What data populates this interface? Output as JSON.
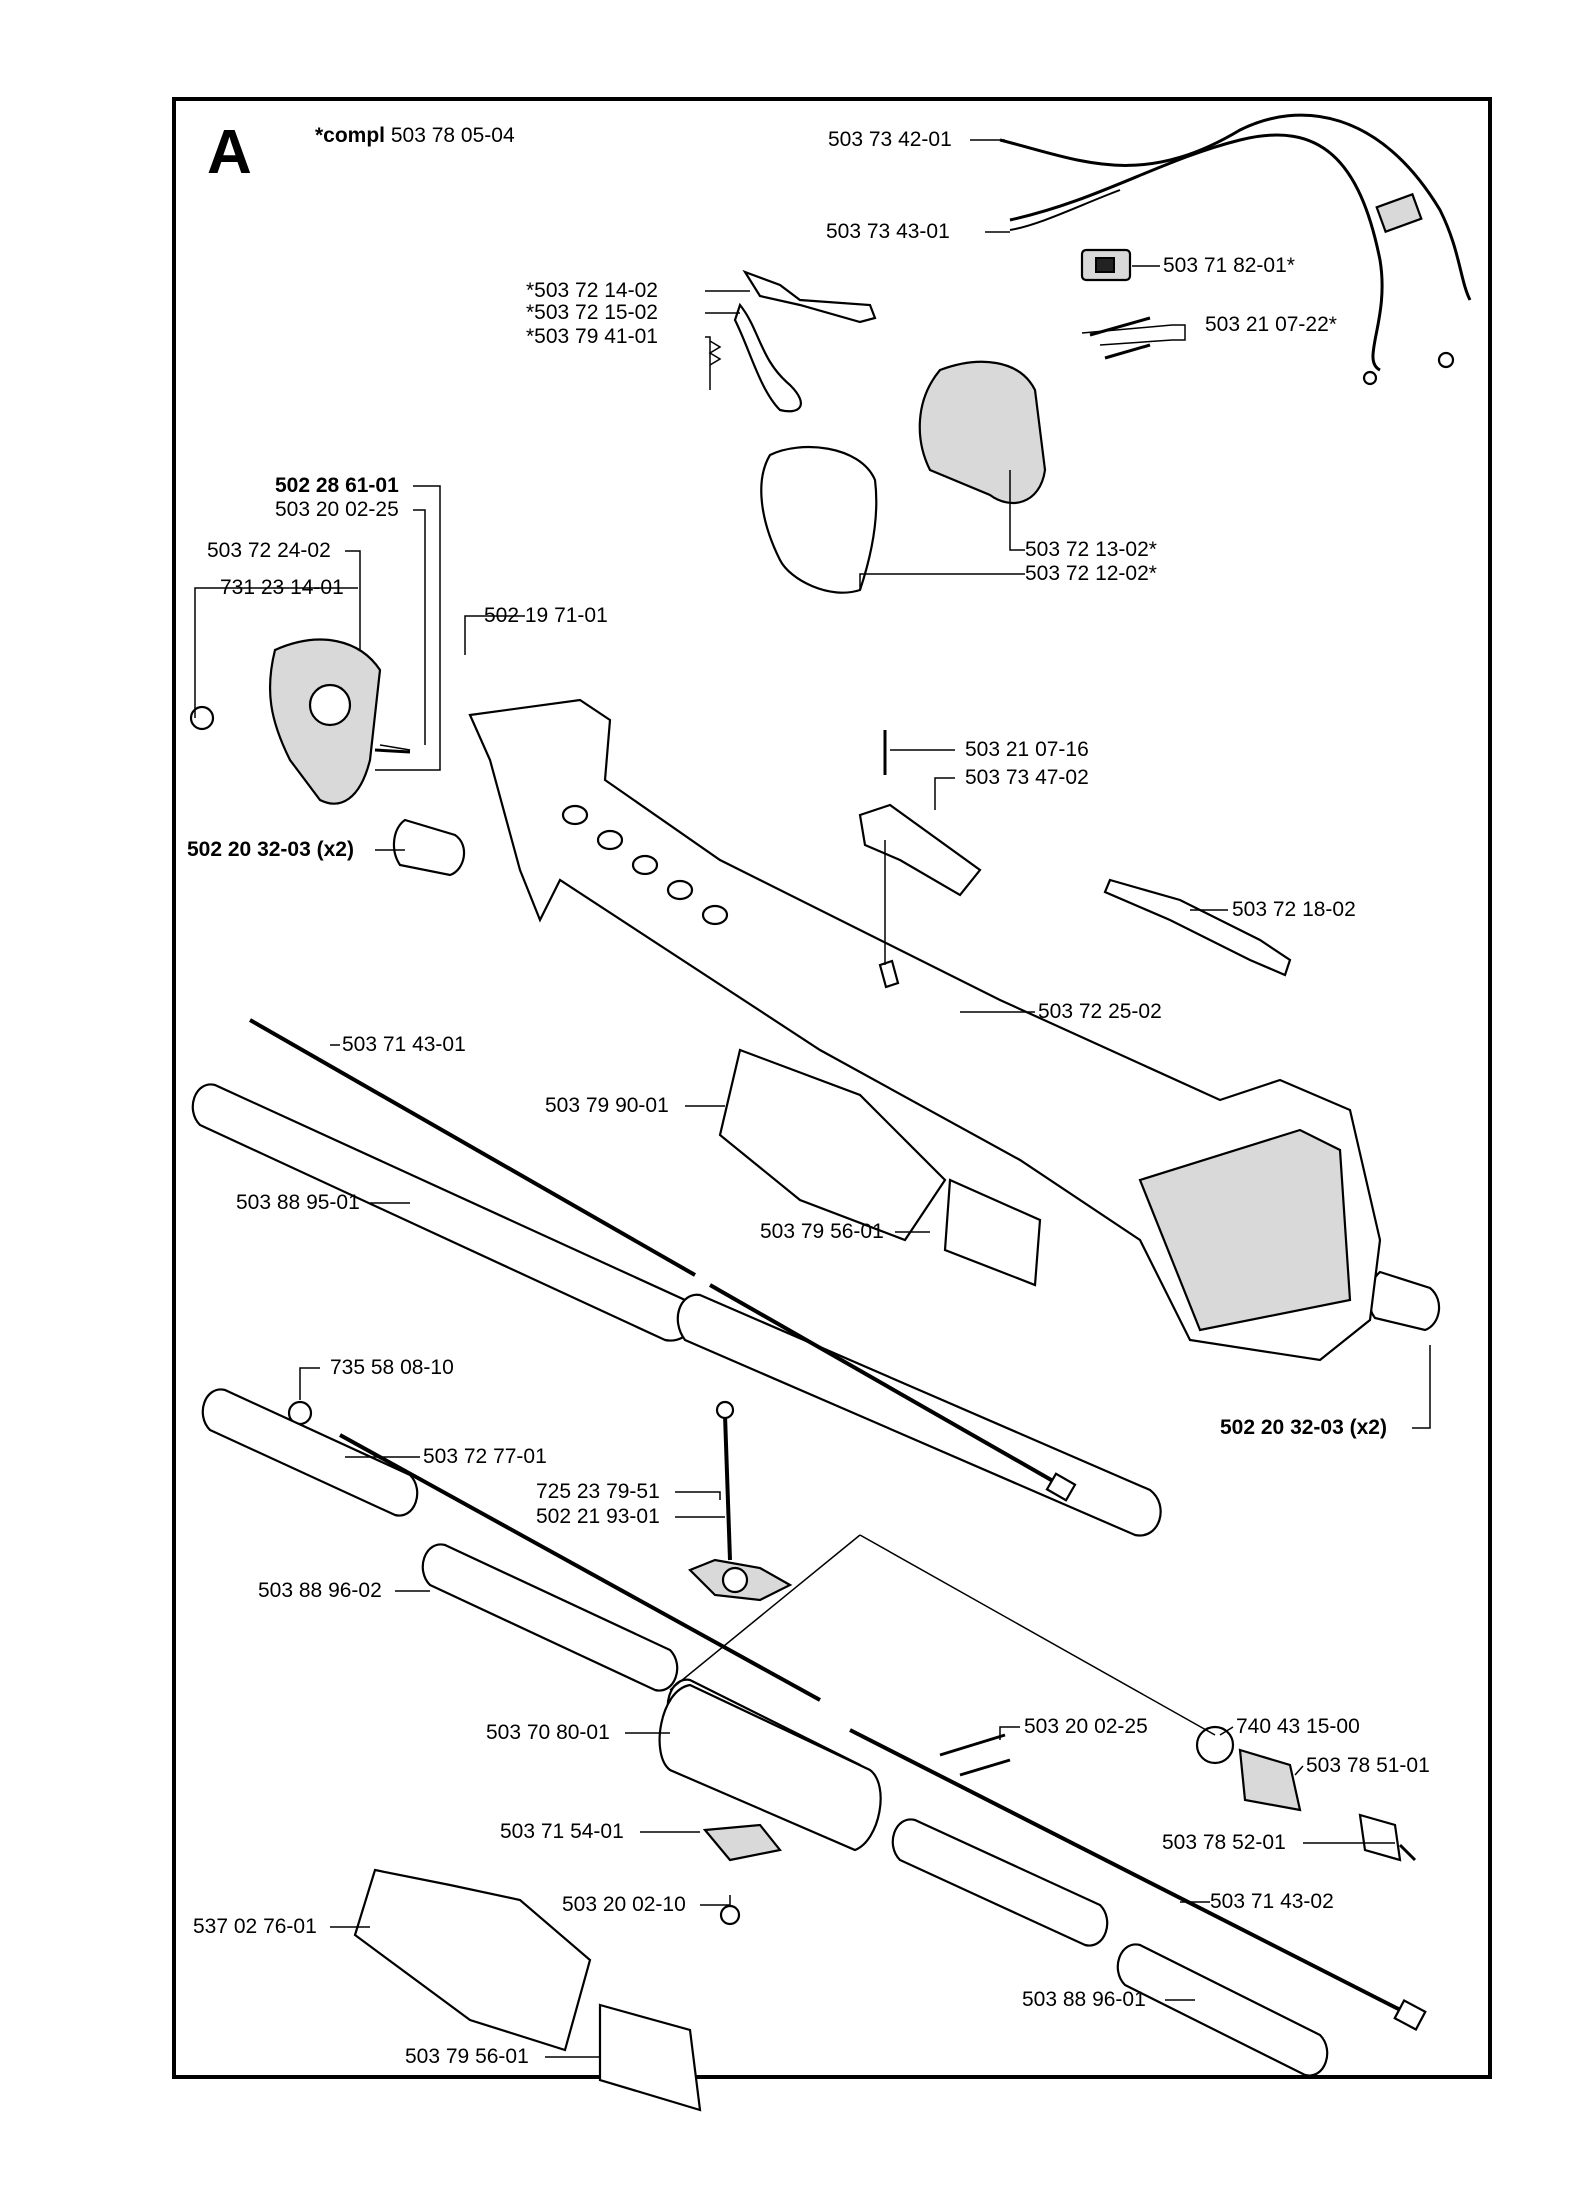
{
  "section_letter": "A",
  "assembly": {
    "prefix": "*compl",
    "number": "503 78 05-04"
  },
  "parts": [
    {
      "id": "p1",
      "text": "503 73 42-01",
      "bold": false
    },
    {
      "id": "p2",
      "text": "503 73 43-01",
      "bold": false
    },
    {
      "id": "p3",
      "text": "503 71 82-01*",
      "bold": false
    },
    {
      "id": "p4",
      "text": "*503 72 14-02",
      "bold": false
    },
    {
      "id": "p5",
      "text": "*503 72 15-02",
      "bold": false
    },
    {
      "id": "p6",
      "text": "*503 79 41-01",
      "bold": false
    },
    {
      "id": "p7",
      "text": "503 21 07-22*",
      "bold": false
    },
    {
      "id": "p8",
      "text": "502 28 61-01",
      "bold": true
    },
    {
      "id": "p9",
      "text": "503 20 02-25",
      "bold": false
    },
    {
      "id": "p10",
      "text": "503 72 24-02",
      "bold": false
    },
    {
      "id": "p11",
      "text": "731 23 14-01",
      "bold": false
    },
    {
      "id": "p12",
      "text": "503 72 13-02*",
      "bold": false
    },
    {
      "id": "p13",
      "text": "503 72 12-02*",
      "bold": false
    },
    {
      "id": "p14",
      "text": "502 19 71-01",
      "bold": false
    },
    {
      "id": "p15",
      "text": "503 21 07-16",
      "bold": false
    },
    {
      "id": "p16",
      "text": "503 73 47-02",
      "bold": false
    },
    {
      "id": "p17",
      "text": "502 20 32-03 (x2)",
      "bold": true
    },
    {
      "id": "p18",
      "text": "503 72 18-02",
      "bold": false
    },
    {
      "id": "p19",
      "text": "503 72 25-02",
      "bold": false
    },
    {
      "id": "p20",
      "text": "503 71 43-01",
      "bold": false
    },
    {
      "id": "p21",
      "text": "503 79 90-01",
      "bold": false
    },
    {
      "id": "p22",
      "text": "503 88 95-01",
      "bold": false
    },
    {
      "id": "p23",
      "text": "503 79 56-01",
      "bold": false
    },
    {
      "id": "p24",
      "text": "502 20 32-03 (x2)",
      "bold": true
    },
    {
      "id": "p25",
      "text": "735 58 08-10",
      "bold": false
    },
    {
      "id": "p26",
      "text": "503 72 77-01",
      "bold": false
    },
    {
      "id": "p27",
      "text": "725 23 79-51",
      "bold": false
    },
    {
      "id": "p28",
      "text": "502 21 93-01",
      "bold": false
    },
    {
      "id": "p29",
      "text": "503 88 96-02",
      "bold": false
    },
    {
      "id": "p30",
      "text": "503 70 80-01",
      "bold": false
    },
    {
      "id": "p31",
      "text": "503 20 02-25",
      "bold": false
    },
    {
      "id": "p32",
      "text": "740 43 15-00",
      "bold": false
    },
    {
      "id": "p33",
      "text": "503 78 51-01",
      "bold": false
    },
    {
      "id": "p34",
      "text": "503 71 54-01",
      "bold": false
    },
    {
      "id": "p35",
      "text": "503 78 52-01",
      "bold": false
    },
    {
      "id": "p36",
      "text": "503 20 02-10",
      "bold": false
    },
    {
      "id": "p37",
      "text": "503 71 43-02",
      "bold": false
    },
    {
      "id": "p38",
      "text": "537 02 76-01",
      "bold": false
    },
    {
      "id": "p39",
      "text": "503 88 96-01",
      "bold": false
    },
    {
      "id": "p40",
      "text": "503 79 56-01",
      "bold": false
    }
  ]
}
